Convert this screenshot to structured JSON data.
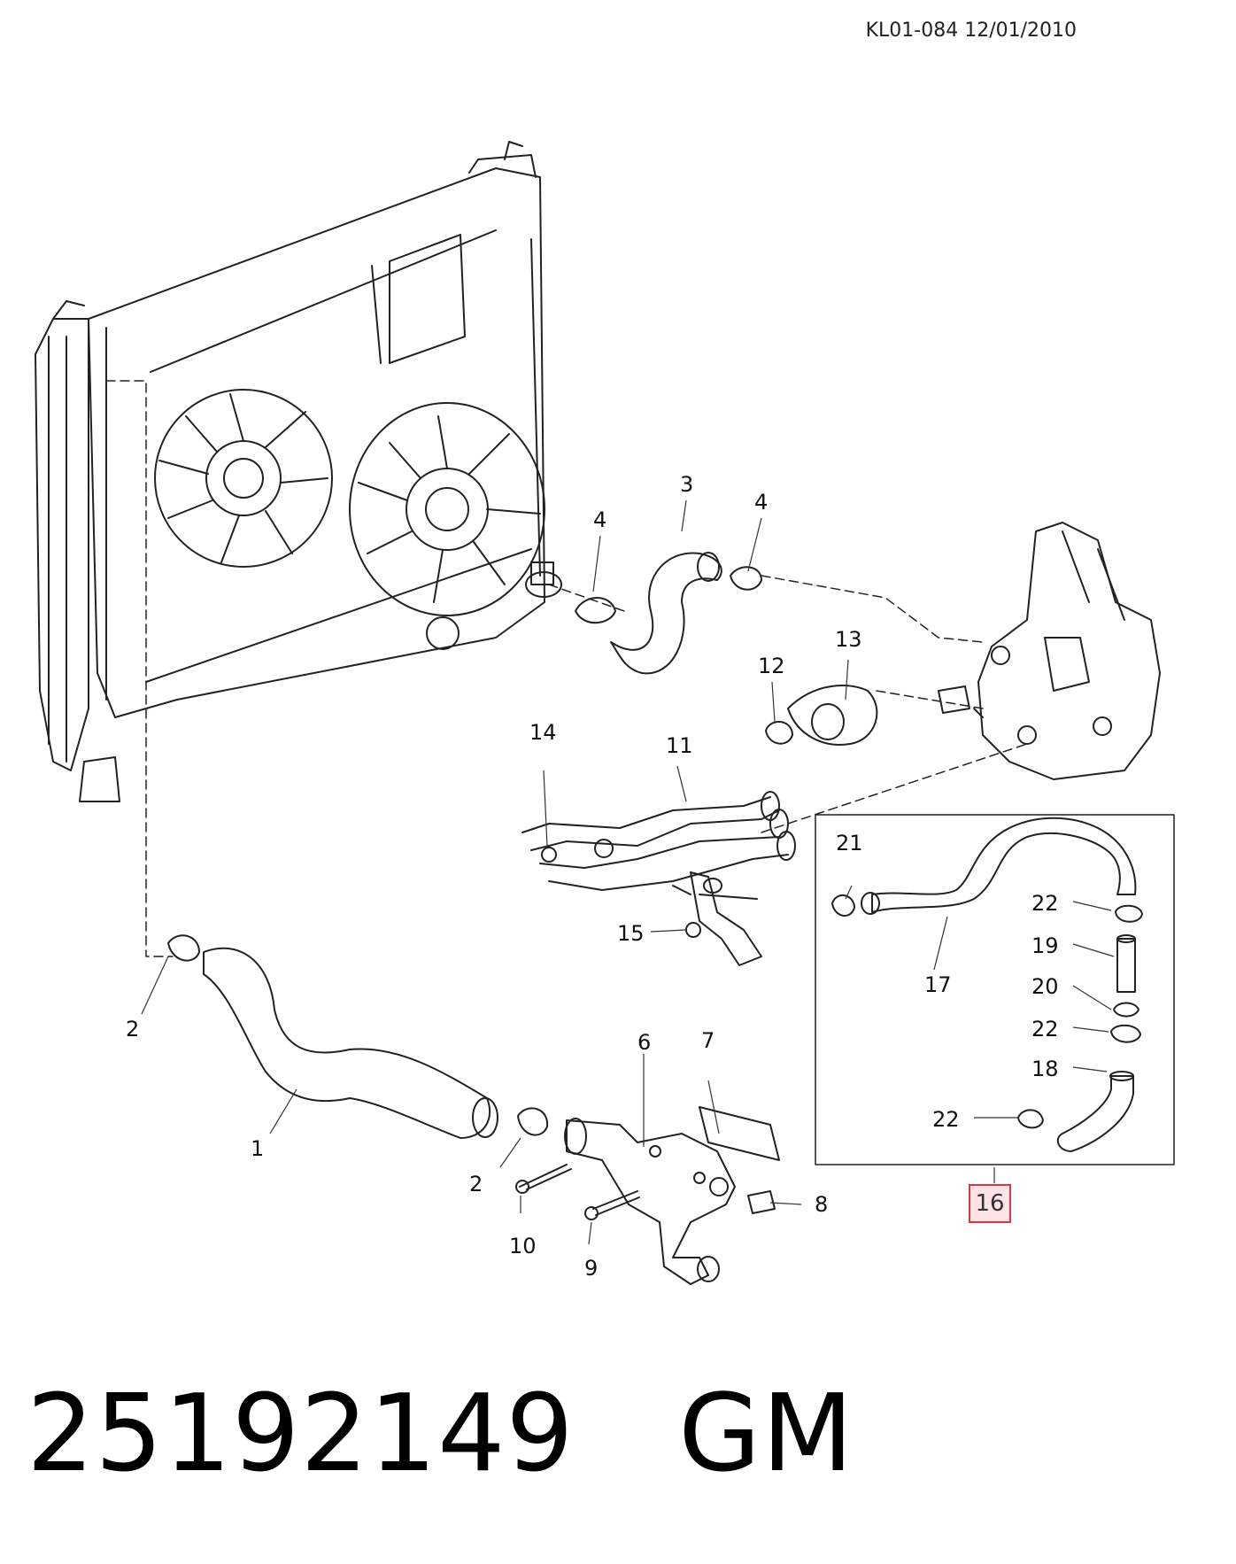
{
  "header": {
    "reference": "KL01-084 12/01/2010"
  },
  "callouts": {
    "c1": "1",
    "c2a": "2",
    "c2b": "2",
    "c3": "3",
    "c4a": "4",
    "c4b": "4",
    "c6": "6",
    "c7": "7",
    "c8": "8",
    "c9": "9",
    "c10": "10",
    "c11": "11",
    "c12": "12",
    "c13": "13",
    "c14": "14",
    "c15": "15",
    "c16": "16",
    "c17": "17",
    "c18": "18",
    "c19": "19",
    "c20": "20",
    "c21": "21",
    "c22a": "22",
    "c22b": "22",
    "c22c": "22"
  },
  "footer": {
    "part_number": "25192149",
    "brand": "GM"
  },
  "colors": {
    "highlight_border": "#d33a44",
    "highlight_fill": "#fde3e5"
  }
}
